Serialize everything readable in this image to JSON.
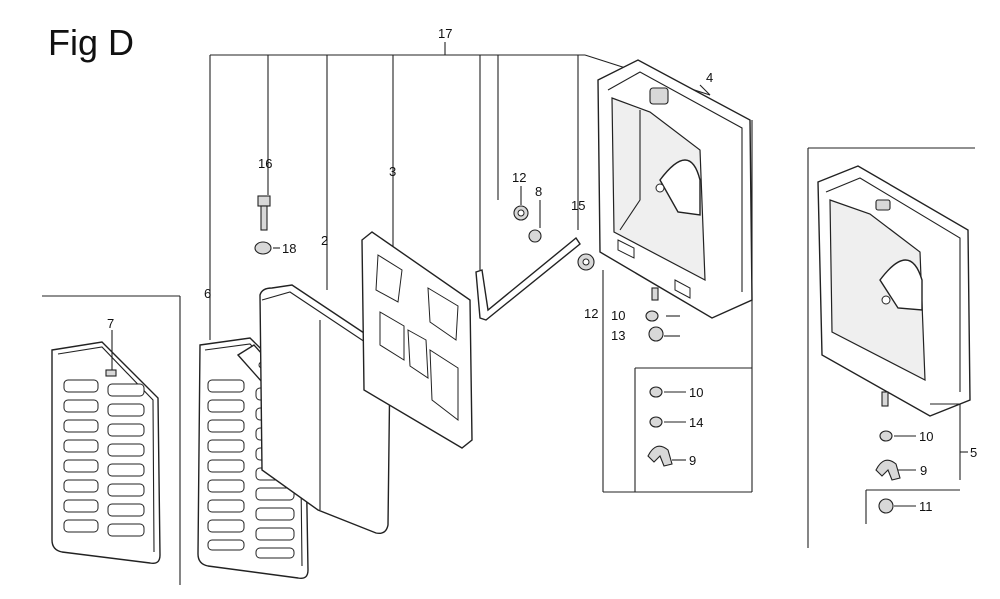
{
  "figure": {
    "title": "Fig D"
  },
  "callouts": {
    "c17": "17",
    "c4": "4",
    "c16": "16",
    "c18": "18",
    "c2": "2",
    "c3": "3",
    "c12a": "12",
    "c8": "8",
    "c15": "15",
    "c12b": "12",
    "c6": "6",
    "c7": "7",
    "c10a": "10",
    "c13": "13",
    "c10b": "10",
    "c14": "14",
    "c9a": "9",
    "c10c": "10",
    "c9b": "9",
    "c5": "5",
    "c11": "11"
  }
}
